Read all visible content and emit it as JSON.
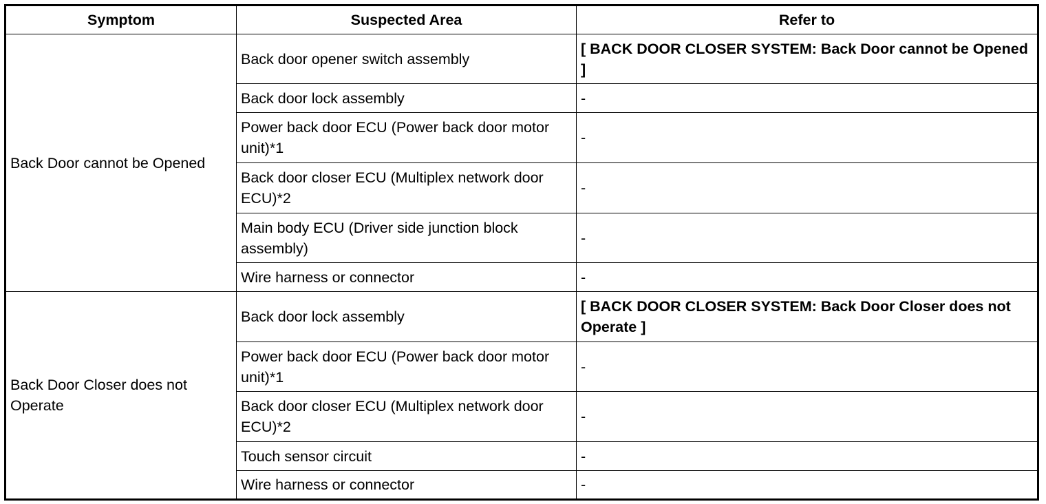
{
  "headers": {
    "symptom": "Symptom",
    "suspected_area": "Suspected Area",
    "refer_to": "Refer to"
  },
  "groups": [
    {
      "symptom": "Back Door cannot be Opened",
      "rows": [
        {
          "area": "Back door opener switch assembly",
          "refer": "[ BACK DOOR CLOSER SYSTEM: Back Door cannot be Opened ]"
        },
        {
          "area": "Back door lock assembly",
          "refer": "-"
        },
        {
          "area": "Power back door ECU (Power back door motor unit)*1",
          "refer": "-"
        },
        {
          "area": "Back door closer ECU (Multiplex network door ECU)*2",
          "refer": "-"
        },
        {
          "area": "Main body ECU (Driver side junction block assembly)",
          "refer": "-"
        },
        {
          "area": "Wire harness or connector",
          "refer": "-"
        }
      ]
    },
    {
      "symptom": "Back Door Closer does not Operate",
      "rows": [
        {
          "area": "Back door lock assembly",
          "refer": "[ BACK DOOR CLOSER SYSTEM: Back Door Closer does not Operate ]"
        },
        {
          "area": "Power back door ECU (Power back door motor unit)*1",
          "refer": "-"
        },
        {
          "area": "Back door closer ECU (Multiplex network door ECU)*2",
          "refer": "-"
        },
        {
          "area": "Touch sensor circuit",
          "refer": "-"
        },
        {
          "area": "Wire harness or connector",
          "refer": "-"
        }
      ]
    }
  ]
}
